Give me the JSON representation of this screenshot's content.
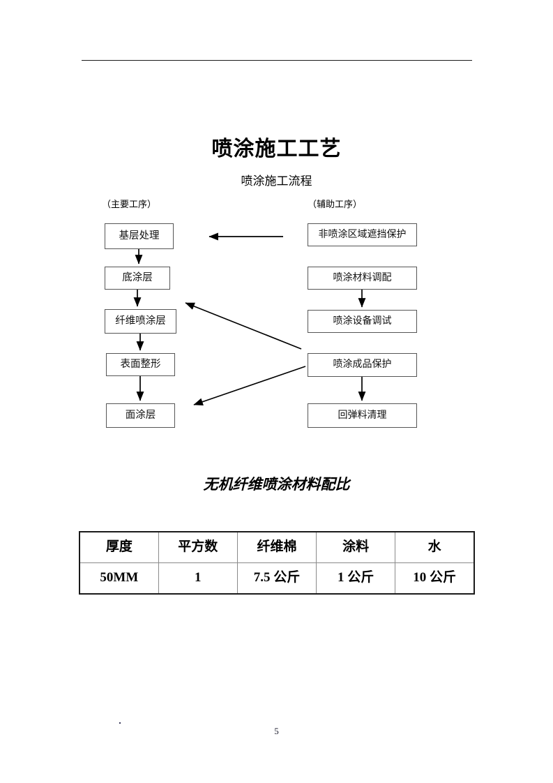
{
  "document": {
    "title": "喷涂施工工艺",
    "subtitle": "喷涂施工流程"
  },
  "flowchart": {
    "captions": {
      "main": "（主要工序）",
      "auxiliary": "（辅助工序）"
    },
    "main_process": [
      {
        "label": "基层处理"
      },
      {
        "label": "底涂层"
      },
      {
        "label": "纤维喷涂层"
      },
      {
        "label": "表面整形"
      },
      {
        "label": "面涂层"
      }
    ],
    "auxiliary_process": [
      {
        "label": "非喷涂区域遮挡保护"
      },
      {
        "label": "喷涂材料调配"
      },
      {
        "label": "喷涂设备调试"
      },
      {
        "label": "喷涂成品保护"
      },
      {
        "label": "回弹料清理"
      }
    ]
  },
  "material_ratio": {
    "heading": "无机纤维喷涂材料配比",
    "columns": [
      "厚度",
      "平方数",
      "纤维棉",
      "涂料",
      "水"
    ],
    "rows": [
      [
        "50MM",
        "1",
        "7.5 公斤",
        "1 公斤",
        "10 公斤"
      ]
    ]
  },
  "footer": {
    "page_number": "5"
  },
  "colors": {
    "text": "#000000",
    "box_border": "#555555",
    "rule": "#1a1a1a"
  }
}
